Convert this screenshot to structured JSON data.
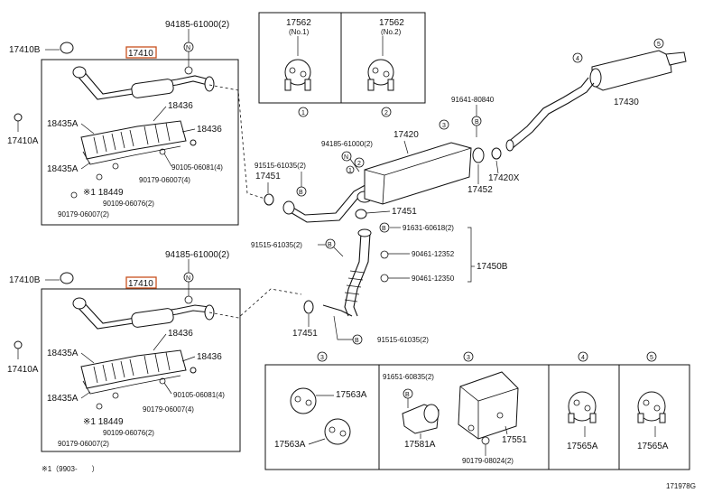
{
  "diagram_id": "171978G",
  "footnote": "※1（9903-　　）",
  "highlight_color": "#c8501e",
  "top_assembly": {
    "assembly_part": "17410",
    "gasket_b": "17410B",
    "bracket_a": "17410A",
    "nut_top": "94185-61000(2)",
    "cat_a_upper": "18435A",
    "cat_a_lower": "18435A",
    "heat_ins_upper": "18436",
    "heat_ins_lower": "18436",
    "bolt_1": "90105-06081(4)",
    "bolt_2": "90179-06007(4)",
    "part_18449": "※1 18449",
    "bolt_3": "90109-06076(2)",
    "nut_bottom": "90179-06007(2)"
  },
  "bottom_assembly": {
    "assembly_part": "17410",
    "gasket_b": "17410B",
    "bracket_a": "17410A",
    "nut_top": "94185-61000(2)",
    "cat_a_upper": "18435A",
    "cat_a_lower": "18435A",
    "heat_ins_upper": "18436",
    "heat_ins_lower": "18436",
    "bolt_1": "90105-06081(4)",
    "bolt_2": "90179-06007(4)",
    "part_18449": "※1 18449",
    "bolt_3": "90109-06076(2)",
    "nut_bottom": "90179-06007(2)"
  },
  "hangers_box": {
    "left_part": "17562",
    "left_note": "(No.1)",
    "left_num": "1",
    "right_part": "17562",
    "right_note": "(No.2)",
    "right_num": "2"
  },
  "center": {
    "nut_upper": "94185-61000(2)",
    "bolt_upper": "91515-61035(2)",
    "num_1": "1",
    "gasket_upper": "17451",
    "center_pipe": "17420",
    "num_3": "3",
    "bolt_center": "91641-80840",
    "num_2": "2",
    "gasket_17452": "17452",
    "part_17420x": "17420X",
    "gasket_center": "17451",
    "flex_bolt_1": "91631-60618(2)",
    "flex_bolt_2": "90461-12352",
    "flex_bolt_3": "90461-12350",
    "flex_assembly": "17450B",
    "bolt_lower_left": "91515-61035(2)",
    "gasket_lower": "17451",
    "bolt_lower": "91515-61035(2)"
  },
  "tailpipe": {
    "num_4": "4",
    "num_5": "5",
    "part": "17430"
  },
  "bottom_boxes": {
    "hdr_left": "3",
    "left_part_a": "17563A",
    "left_part_b": "17563A",
    "hdr_mid": "3",
    "mid_bolt": "91651-60835(2)",
    "mid_bolt_mark": "B",
    "mid_part_a": "17581A",
    "mid_part_b": "17551",
    "mid_nut": "90179-08024(2)",
    "hdr_r1": "4",
    "r1_part": "17565A",
    "hdr_r2": "5",
    "r2_part": "17565A"
  }
}
